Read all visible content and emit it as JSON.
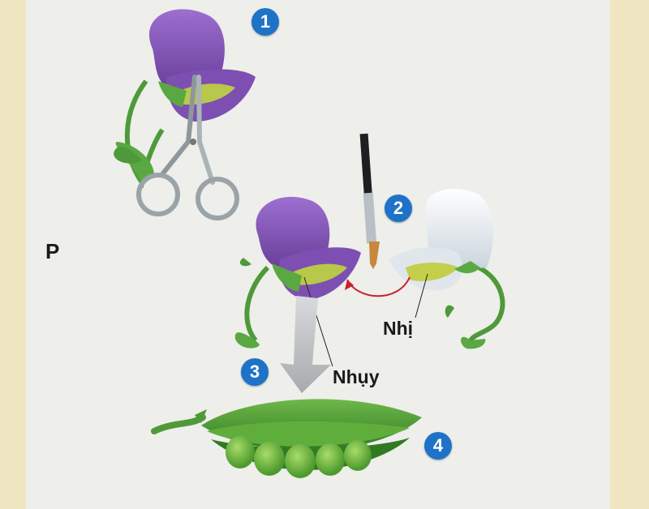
{
  "diagram": {
    "generation_label": "P",
    "steps": [
      {
        "number": "1"
      },
      {
        "number": "2"
      },
      {
        "number": "3"
      },
      {
        "number": "4"
      }
    ],
    "labels": {
      "stamen": "Nhị",
      "pistil": "Nhụy"
    },
    "colors": {
      "badge": "#1e73c8",
      "purple_flower": "#8a5bb8",
      "white_flower": "#e8eef2",
      "leaf_green": "#4e9a3a",
      "pea_pod": "#3f8f2c",
      "pollen_arrow": "#c8202c",
      "down_arrow": "#b9bcc0"
    },
    "icons": [
      "scissors-icon",
      "paintbrush-icon",
      "pea-pod-icon"
    ]
  }
}
